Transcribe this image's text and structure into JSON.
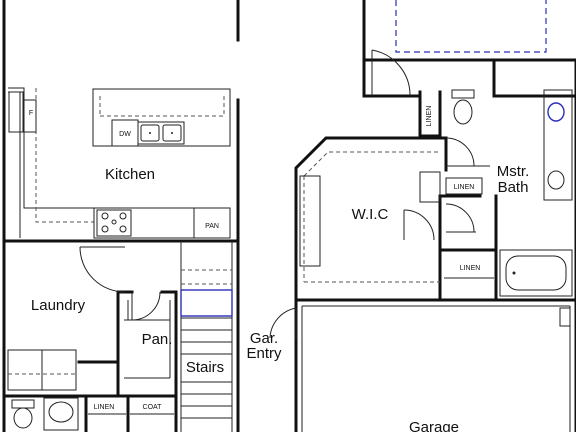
{
  "rooms": {
    "kitchen": "Kitchen",
    "laundry": "Laundry",
    "pantry": "Pan.",
    "stairs": "Stairs",
    "garage_entry_line1": "Gar.",
    "garage_entry_line2": "Entry",
    "wic": "W.I.C",
    "master_bath_line1": "Mstr.",
    "master_bath_line2": "Bath",
    "garage": "Garage"
  },
  "fixtures": {
    "fridge": "F",
    "dishwasher": "DW",
    "pantry_cabinet": "PAN",
    "linen_upper": "LINEN",
    "linen_bath": "LINEN",
    "linen_closet": "LINEN",
    "linen_lower": "LINEN",
    "coat": "COAT"
  }
}
